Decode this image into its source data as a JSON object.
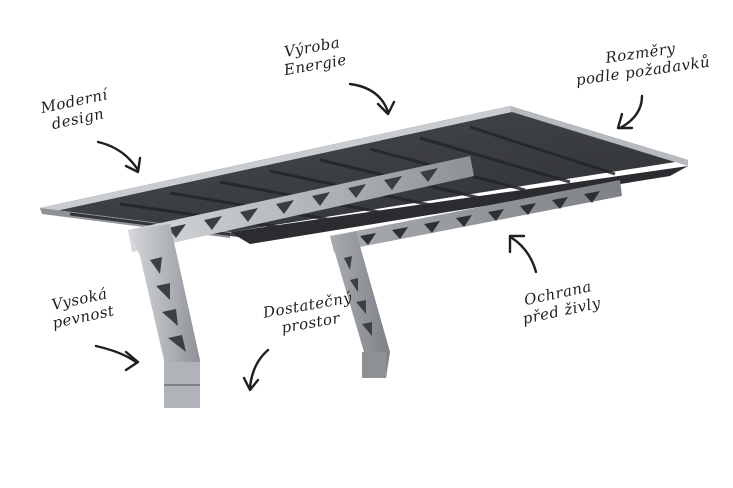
{
  "annotations": {
    "modern_design": "Moderní\ndesign",
    "energy_production": "Výroba\nEnergie",
    "custom_dimensions": "Rozměry\npodle požadavků",
    "high_strength": "Vysoká\npevnost",
    "enough_space": "Dostatečný\nprostor",
    "weather_protection": "Ochrana\npřed živly"
  },
  "colors": {
    "roof_dark": "#3a3c3f",
    "roof_edge": "#c9ccd0",
    "steel_light": "#c6c8cc",
    "steel_mid": "#9ea1a6",
    "steel_dark": "#6e7176",
    "ink": "#1f1f1f"
  },
  "icons": [
    "curved-arrow-icon"
  ]
}
